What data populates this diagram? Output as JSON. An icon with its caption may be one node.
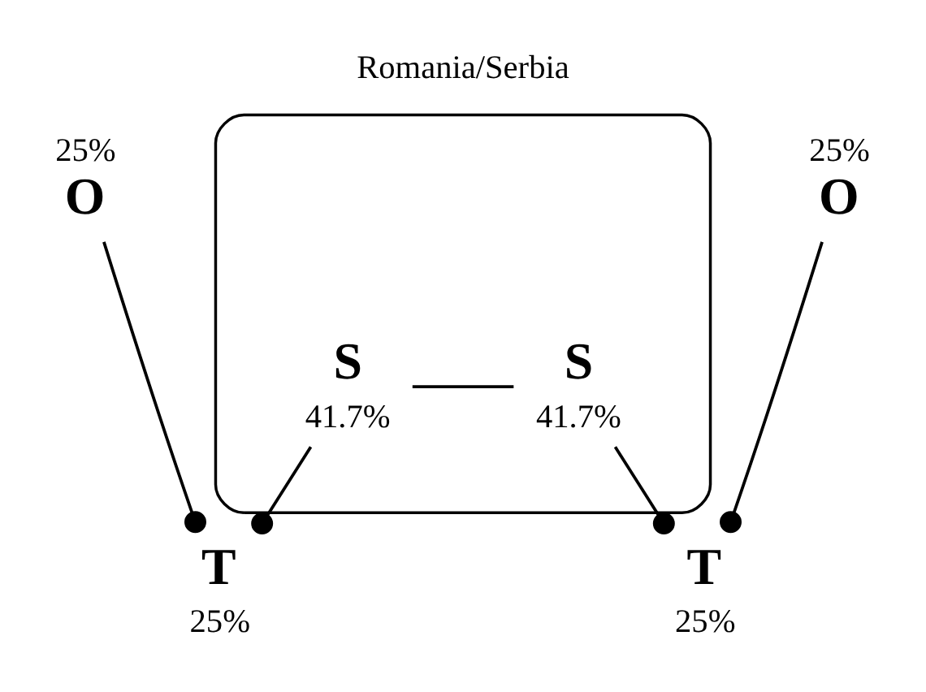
{
  "diagram": {
    "title": "Romania/Serbia",
    "nodes": [
      {
        "text": [],
        "shape": "ellipse"
      },
      {
        "text": [
          "S"
        ],
        "beside": [
          "41.7%"
        ],
        "in": 0
      },
      {
        "text": [
          "S"
        ],
        "beside": [
          "41.7%"
        ],
        "in": 0
      },
      {
        "text": [
          "O"
        ],
        "beside": [
          "25%"
        ]
      },
      {
        "text": [
          "T"
        ],
        "beside": [
          "25%"
        ]
      },
      {
        "text": [
          "O"
        ],
        "beside": [
          "25%"
        ]
      },
      {
        "text": [
          "T"
        ],
        "beside": [
          "25%"
        ]
      }
    ],
    "edges": [
      {
        "from": 1,
        "to": 2,
        "arrow": "none"
      },
      {
        "from": 3,
        "to": 4,
        "arrow": "other"
      },
      {
        "from": 1,
        "to": 4,
        "arrow": "other"
      },
      {
        "from": 5,
        "to": 6,
        "arrow": "other"
      },
      {
        "from": 2,
        "to": 6,
        "arrow": "other"
      }
    ]
  }
}
